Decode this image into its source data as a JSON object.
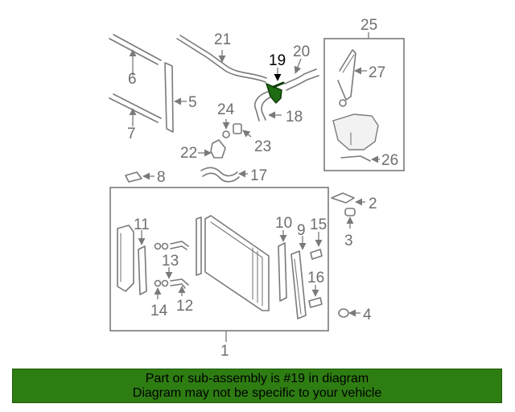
{
  "callouts": {
    "c1": "1",
    "c2": "2",
    "c3": "3",
    "c4": "4",
    "c5": "5",
    "c6": "6",
    "c7": "7",
    "c8": "8",
    "c9": "9",
    "c10": "10",
    "c11": "11",
    "c12": "12",
    "c13": "13",
    "c14": "14",
    "c15": "15",
    "c16": "16",
    "c17": "17",
    "c18": "18",
    "c19": "19",
    "c20": "20",
    "c21": "21",
    "c22": "22",
    "c23": "23",
    "c24": "24",
    "c25": "25",
    "c26": "26",
    "c27": "27"
  },
  "highlight": {
    "part": "19",
    "color": "#1f6b12"
  },
  "banner": {
    "line1": "Part or sub-assembly is #19 in diagram",
    "line2": "Diagram may not be specific to your vehicle",
    "color": "#2e7d12"
  }
}
